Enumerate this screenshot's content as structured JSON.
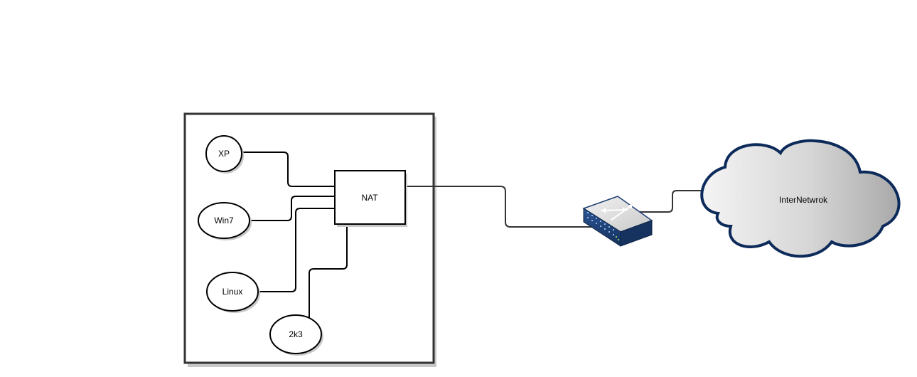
{
  "diagram": {
    "nodes": {
      "xp": "XP",
      "win7": "Win7",
      "linux": "Linux",
      "k23": "2k3",
      "nat": "NAT",
      "internetwork": "InterNetwrok"
    },
    "icons": {
      "router": "network-switch-icon",
      "cloud": "cloud-icon"
    },
    "colors": {
      "cloud_stroke": "#0d2b5a",
      "switch_body": "#1f3f73",
      "line": "#000000"
    }
  }
}
